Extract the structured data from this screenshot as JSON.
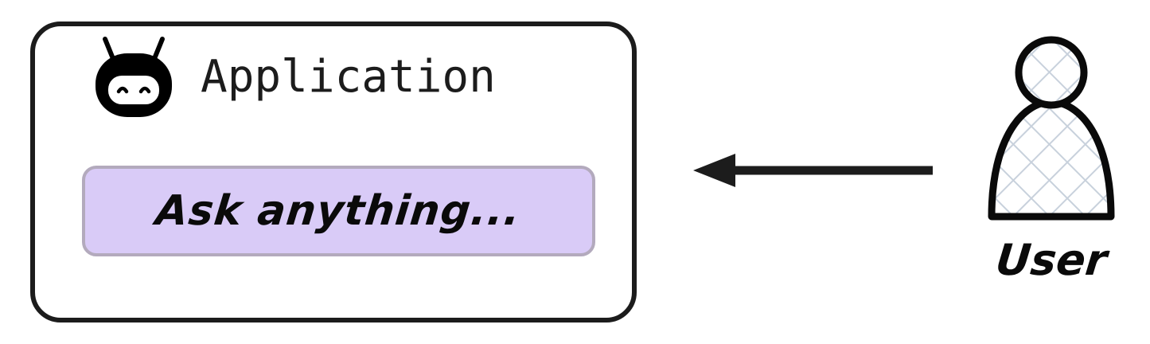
{
  "diagram": {
    "type": "sequence-flow",
    "background_color": "#ffffff",
    "stroke_color": "#1c1c1c"
  },
  "application": {
    "card_name": "Application",
    "title": "Application",
    "icon": "robot-head-icon",
    "border_color": "#1c1c1c",
    "fill_color": "#ffffff",
    "input": {
      "placeholder": "Ask anything...",
      "value": "",
      "fill_color": "#d9cbf7",
      "border_color": "#b3aabd"
    }
  },
  "arrow": {
    "name": "user-to-application-arrow",
    "direction": "left",
    "label": "",
    "color": "#1c1c1c"
  },
  "user": {
    "label": "User",
    "icon": "person-actor-icon",
    "hatch_color": "#c8d1dc",
    "outline_color": "#0a0a0a"
  }
}
